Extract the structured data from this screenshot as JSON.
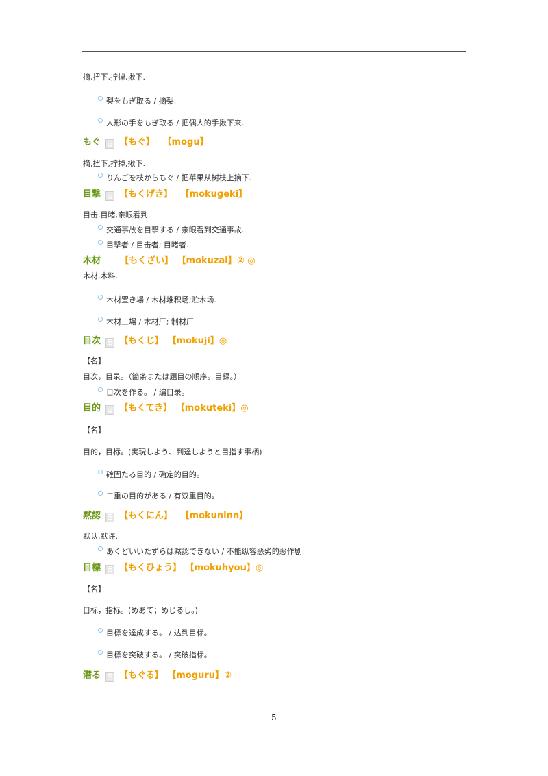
{
  "page_number": "5",
  "marks": {
    "ji": "日"
  },
  "lines": {
    "d1": "摘,扭下,拧掉,揪下.",
    "e1": "梨をもぎ取る / 摘梨.",
    "e2": "人形の手をもぎ取る / 把偶人的手揪下来.",
    "h1": {
      "word": "もぐ",
      "kana": "【もぐ】",
      "romaji": "【mogu】",
      "mark": ""
    },
    "d2": "摘,扭下,拧掉,揪下.",
    "e3": "りんごを枝からもぐ / 把苹果从树枝上摘下.",
    "h2": {
      "word": "目撃",
      "kana": "【もくげき】",
      "romaji": "【mokugeki】",
      "mark": ""
    },
    "d3": "目击,目睹,亲眼看到.",
    "e4": "交通事故を目撃する / 亲眼看到交通事故.",
    "e5": "目撃者 / 目击者; 目睹者.",
    "h3": {
      "word": "木材",
      "kana": "【もくざい】",
      "romaji": "【mokuzai】",
      "mark": "② ◎"
    },
    "d4": "木材,木料.",
    "e6": "木材置き場 / 木材堆积场;贮木场.",
    "e7": "木材工場 / 木材厂; 制材厂.",
    "h4": {
      "word": "目次",
      "kana": "【もくじ】",
      "romaji": "【mokuji】",
      "mark": "◎"
    },
    "p1": "【名】",
    "d5": "目次，目录。（箇条または題目の順序。目録。）",
    "e8": "目次を作る。 / 编目录。",
    "h5": {
      "word": "目的",
      "kana": "【もくてき】",
      "romaji": "【mokuteki】",
      "mark": "◎"
    },
    "p2": "【名】",
    "d6": "目的，目标。(実現しよう、到達しようと目指す事柄)",
    "e9": "確固たる目的 / 确定的目的。",
    "e10": "二重の目的がある / 有双重目的。",
    "h6": {
      "word": "黙認",
      "kana": "【もくにん】",
      "romaji": "【mokuninn】",
      "mark": ""
    },
    "d7": "默认,默许.",
    "e11": "あくどいいたずらは黙認できない / 不能纵容恶劣的恶作剧.",
    "h7": {
      "word": "目標",
      "kana": "【もくひょう】",
      "romaji": "【mokuhyou】",
      "mark": "◎"
    },
    "p3": "【名】",
    "d8": "目标，指标。(めあて；めじるし。)",
    "e12": "目標を達成する。 / 达到目标。",
    "e13": "目標を突破する。 / 突破指标。",
    "h8": {
      "word": "潜る",
      "kana": "【もぐる】",
      "romaji": "【moguru】",
      "mark": "②"
    }
  }
}
